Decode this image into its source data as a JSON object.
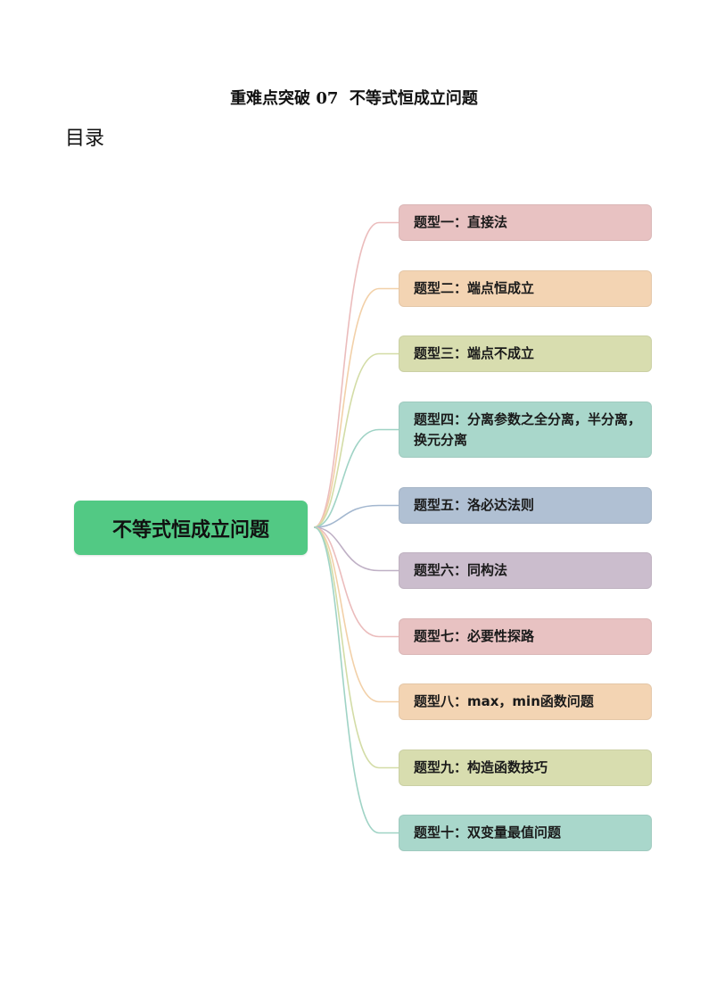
{
  "document": {
    "title": "重难点突破 07  不等式恒成立问题",
    "toc_heading": "目录"
  },
  "mindmap": {
    "root": {
      "label": "不等式恒成立问题",
      "color": "#52c984"
    },
    "branches": [
      {
        "label": "题型一：直接法",
        "color": "#e8c2c2",
        "line_color": "#ebbcbc"
      },
      {
        "label": "题型二：端点恒成立",
        "color": "#f3d4b3",
        "line_color": "#f2d0a8"
      },
      {
        "label": "题型三：端点不成立",
        "color": "#d8ddaf",
        "line_color": "#d3dca6"
      },
      {
        "label": "题型四：分离参数之全分离，半分离，换元分离",
        "color": "#a9d7cb",
        "line_color": "#9fd3c5"
      },
      {
        "label": "题型五：洛必达法则",
        "color": "#b0c0d3",
        "line_color": "#a3b7cf"
      },
      {
        "label": "题型六：同构法",
        "color": "#cbbdcd",
        "line_color": "#bfb0c5"
      },
      {
        "label": "题型七：必要性探路",
        "color": "#e8c2c2",
        "line_color": "#ebbcbc"
      },
      {
        "label": "题型八：max，min函数问题",
        "color": "#f3d4b3",
        "line_color": "#f2d0a8"
      },
      {
        "label": "题型九：构造函数技巧",
        "color": "#d8ddaf",
        "line_color": "#d3dca6"
      },
      {
        "label": "题型十：双变量最值问题",
        "color": "#a9d7cb",
        "line_color": "#9fd3c5"
      }
    ]
  }
}
